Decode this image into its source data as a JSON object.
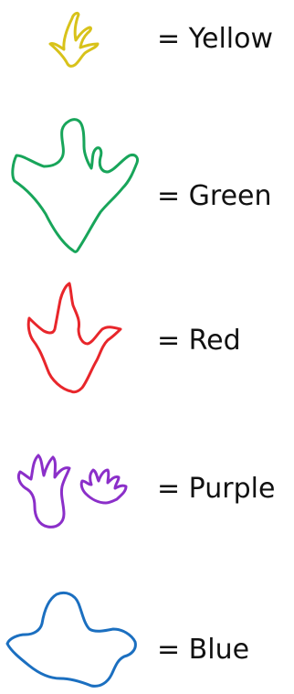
{
  "legend": {
    "items": [
      {
        "icon": "small-three-toed-footprint-icon",
        "label": "= Yellow",
        "color": "#d8c21a"
      },
      {
        "icon": "large-three-toed-footprint-icon",
        "label": "= Green",
        "color": "#18a55a"
      },
      {
        "icon": "clawed-three-toed-footprint-icon",
        "label": "= Red",
        "color": "#e8262b"
      },
      {
        "icon": "paired-footprints-icon",
        "label": "= Purple",
        "color": "#8b2fc9"
      },
      {
        "icon": "round-footprint-icon",
        "label": "= Blue",
        "color": "#1b6fc0"
      }
    ]
  }
}
